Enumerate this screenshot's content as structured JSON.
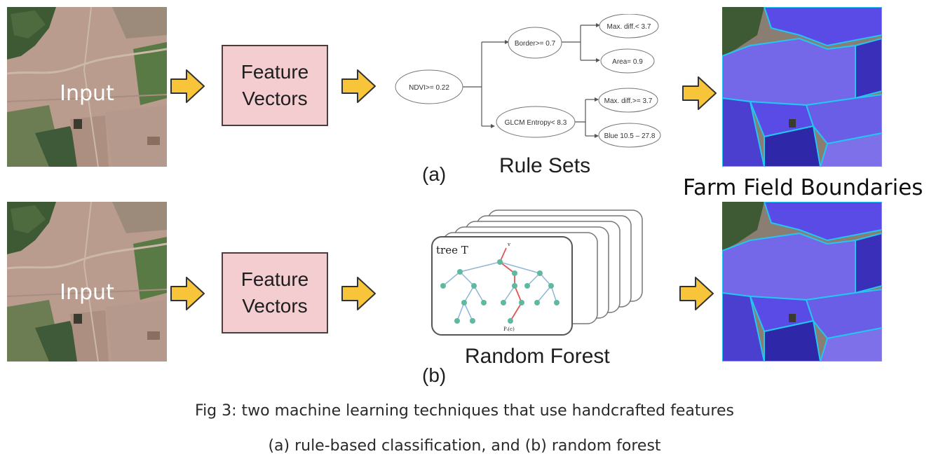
{
  "row_a": {
    "input_label": "Input",
    "feature_box": {
      "line1": "Feature",
      "line2": "Vectors"
    },
    "tag": "(a)",
    "section_title": "Rule Sets",
    "rules": {
      "root": "NDVI>= 0.22",
      "mid_top": "Border>= 0.7",
      "mid_bottom": "GLCM Entropy< 8.3",
      "leaf1": "Max. diff.< 3.7",
      "leaf2": "Area= 0.9",
      "leaf3": "Max. diff.>= 3.7",
      "leaf4": "Blue 10.5 – 27.8"
    }
  },
  "row_b": {
    "input_label": "Input",
    "feature_box": {
      "line1": "Feature",
      "line2": "Vectors"
    },
    "tag": "(b)",
    "section_title": "Random Forest",
    "tree_label": "tree T",
    "tree_root_label": "v",
    "tree_leaf_label": "Pₜ(c)"
  },
  "output_title": "Farm Field Boundaries",
  "caption_line1": "Fig 3: two machine learning techniques that use handcrafted features",
  "caption_line2": "(a) rule-based classification, and (b) random forest",
  "colors": {
    "feature_box_fill": "#f3cdcf",
    "arrow_fill": "#f8c53a",
    "field_overlay": "#5a4be6",
    "field_border": "#23c6f2",
    "tree_node": "#5fb8a0",
    "tree_edge_blue": "#8fb6d8",
    "tree_edge_red": "#e05555"
  },
  "icons": [
    "arrow-right-icon"
  ]
}
